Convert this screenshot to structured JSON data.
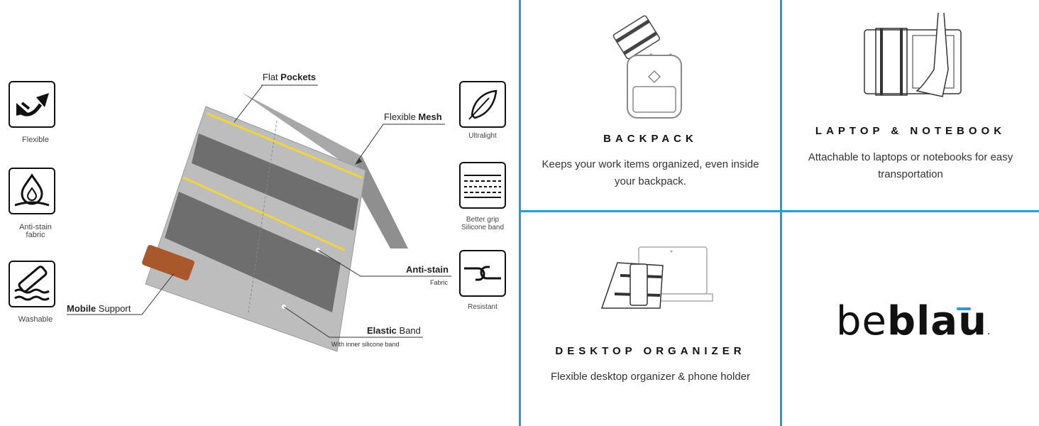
{
  "features_left": [
    {
      "label": "Flexible",
      "icon": "flex-arrows-icon"
    },
    {
      "label_line1": "Anti-stain",
      "label_line2": "fabric",
      "icon": "water-drop-icon"
    },
    {
      "label": "Washable",
      "icon": "washable-icon"
    }
  ],
  "features_right": [
    {
      "label": "Ultralight",
      "icon": "feather-icon"
    },
    {
      "label_line1": "Better grip",
      "label_line2": "Silicone band",
      "icon": "grip-band-icon"
    },
    {
      "label": "Resistant",
      "icon": "resistant-icon"
    }
  ],
  "callouts": {
    "flat_pockets": {
      "plain": "Flat ",
      "bold": "Pockets"
    },
    "flexible_mesh": {
      "plain": "Flexible ",
      "bold": "Mesh"
    },
    "anti_stain": {
      "bold": "Anti-stain",
      "sub": "Fabric"
    },
    "elastic_band": {
      "bold": "Elastic",
      "plain": " Band",
      "sub": "With inner silicone band"
    },
    "mobile_support": {
      "bold": "Mobile",
      "plain": " Support"
    }
  },
  "cells": {
    "backpack": {
      "title": "BACKPACK",
      "desc_line1": "Keeps your work items organized, even inside",
      "desc_line2": "your backpack."
    },
    "laptop": {
      "title": "LAPTOP & NOTEBOOK",
      "desc_line1": "Attachable to laptops or notebooks for easy",
      "desc_line2": "transportation"
    },
    "desktop": {
      "title": "DESKTOP ORGANIZER",
      "desc": "Flexible desktop organizer & phone holder"
    }
  },
  "logo": {
    "light": "be",
    "bold": "blau",
    "mark": "."
  },
  "colors": {
    "accent": "#2b9ad5",
    "yellow": "#f0d43a",
    "felt": "#b9b9b9",
    "leather": "#a9582c"
  }
}
